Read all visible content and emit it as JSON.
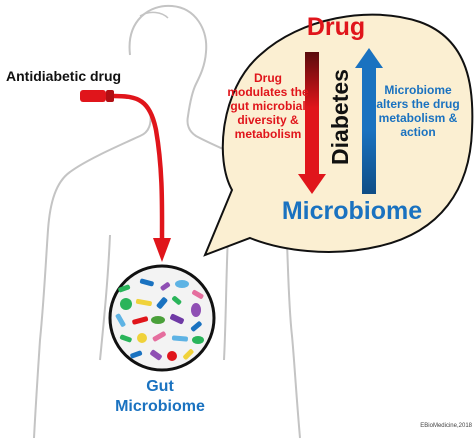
{
  "labels": {
    "antidiabetic_drug": "Antidiabetic drug",
    "drug": "Drug",
    "microbiome": "Microbiome",
    "diabetes": "Diabetes",
    "drug_effect": "Drug modulates the gut microbial diversity & metabolism",
    "microbiome_effect": "Microbiome alters the drug metabolism & action",
    "gut_microbiome": "Gut Microbiome",
    "credit": "EBioMedicine,2018"
  },
  "colors": {
    "red": "#e0151b",
    "blue": "#1a72c0",
    "bubble_fill": "#fbefd2",
    "outline": "#c9c9c9"
  }
}
